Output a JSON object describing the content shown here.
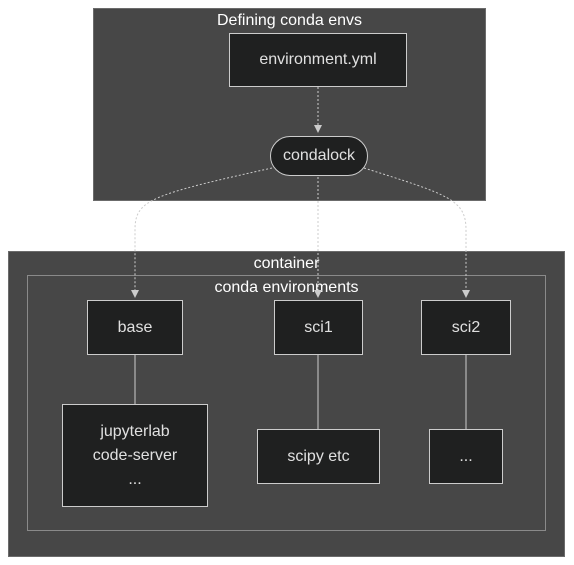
{
  "clusters": {
    "defining": {
      "title": "Defining conda envs"
    },
    "container": {
      "title": "container"
    },
    "conda_envs": {
      "title": "conda environments"
    }
  },
  "nodes": {
    "environment_yml": "environment.yml",
    "condalock": "condalock",
    "base": "base",
    "sci1": "sci1",
    "sci2": "sci2",
    "base_pkgs": [
      "jupyterlab",
      "code-server",
      "..."
    ],
    "sci1_pkgs": "scipy etc",
    "sci2_pkgs": "..."
  },
  "colors": {
    "cluster_fill": "#474747",
    "node_fill": "#1f2020",
    "node_border": "#cccccc",
    "text": "#e0e0e0",
    "edge": "#cccccc",
    "page": "#ffffff"
  }
}
